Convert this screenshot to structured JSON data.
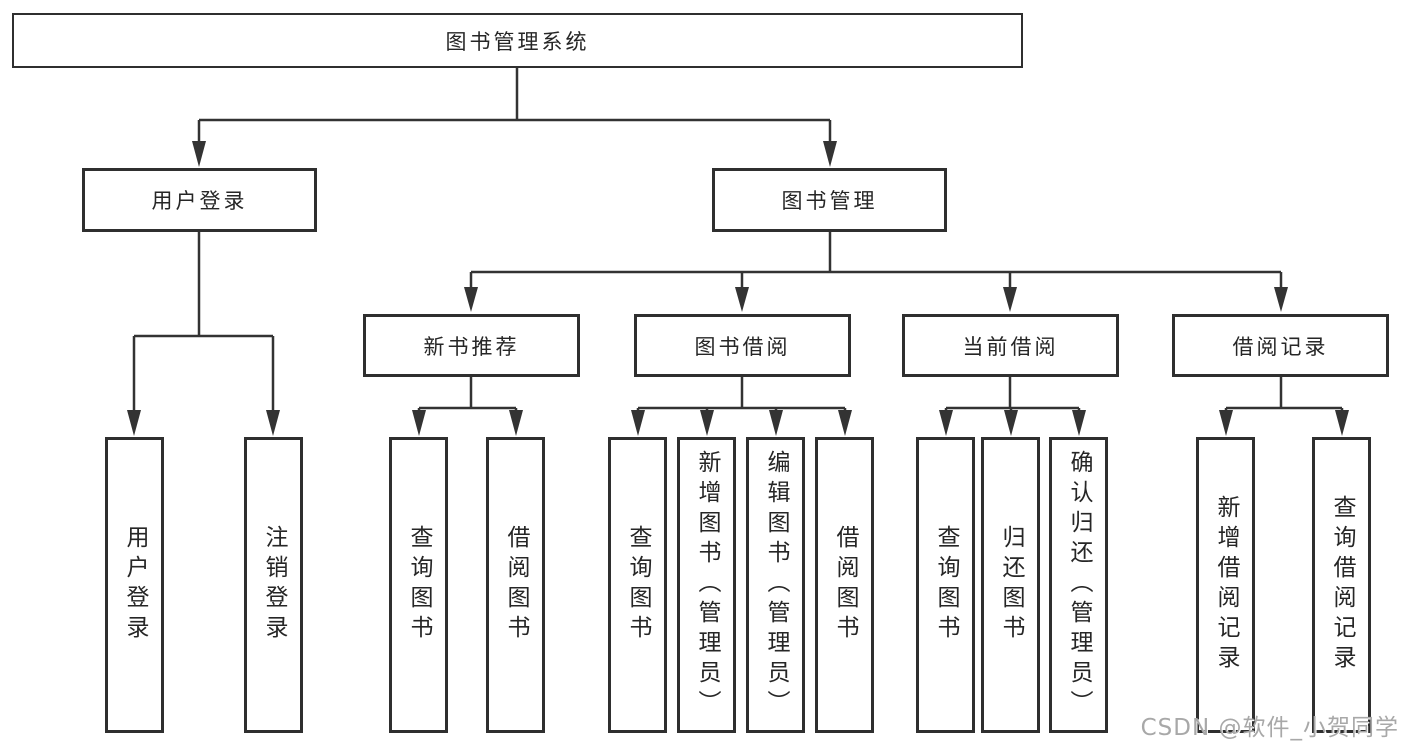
{
  "colors": {
    "line": "#333333",
    "border": "#2f2f2f",
    "text": "#262626",
    "watermark": "#a8a8a8",
    "background": "#ffffff"
  },
  "watermark": {
    "text": "CSDN @软件_小贺同学"
  },
  "tree": {
    "root": {
      "label": "图书管理系统"
    },
    "branches": [
      {
        "label": "用户登录",
        "leaves": [
          {
            "label": "用户登录"
          },
          {
            "label": "注销登录"
          }
        ]
      },
      {
        "label": "图书管理",
        "groups": [
          {
            "label": "新书推荐",
            "leaves": [
              {
                "label": "查询图书"
              },
              {
                "label": "借阅图书"
              }
            ]
          },
          {
            "label": "图书借阅",
            "leaves": [
              {
                "label": "查询图书"
              },
              {
                "label": "新增图书（管理员）"
              },
              {
                "label": "编辑图书（管理员）"
              },
              {
                "label": "借阅图书"
              }
            ]
          },
          {
            "label": "当前借阅",
            "leaves": [
              {
                "label": "查询图书"
              },
              {
                "label": "归还图书"
              },
              {
                "label": "确认归还（管理员）"
              }
            ]
          },
          {
            "label": "借阅记录",
            "leaves": [
              {
                "label": "新增借阅记录"
              },
              {
                "label": "查询借阅记录"
              }
            ]
          }
        ]
      }
    ]
  }
}
